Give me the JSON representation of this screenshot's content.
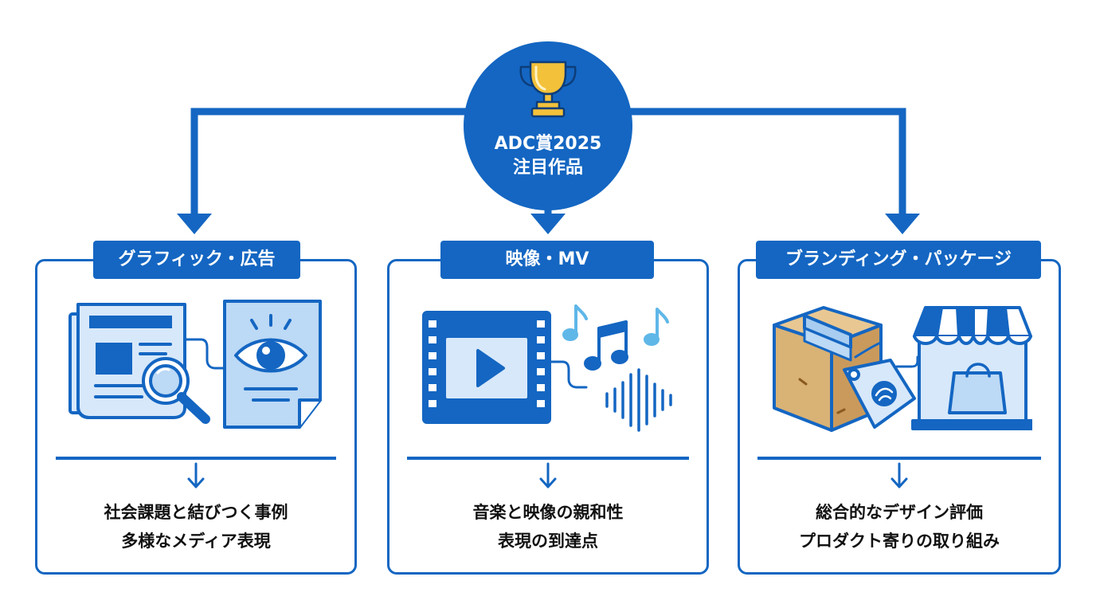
{
  "hub": {
    "title_line1": "ADC賞2025",
    "title_line2": "注目作品",
    "icon": "trophy-icon"
  },
  "categories": [
    {
      "label": "グラフィック・広告",
      "icons": [
        "newspaper-icon",
        "magnifier-icon",
        "eye-poster-icon"
      ],
      "points": [
        "社会課題と結びつく事例",
        "多様なメディア表現"
      ]
    },
    {
      "label": "映像・MV",
      "icons": [
        "film-strip-icon",
        "play-icon",
        "music-notes-icon",
        "sound-wave-icon"
      ],
      "points": [
        "音楽と映像の親和性",
        "表現の到達点"
      ]
    },
    {
      "label": "ブランディング・パッケージ",
      "icons": [
        "cardboard-box-icon",
        "price-tag-icon",
        "storefront-icon",
        "shopping-bag-icon"
      ],
      "points": [
        "総合的なデザイン評価",
        "プロダクト寄りの取り組み"
      ]
    }
  ],
  "colors": {
    "primary": "#1466c2",
    "light": "#d7e8fa",
    "accent_music": "#5fb7e8",
    "box_brown": "#d9b276",
    "trophy_gold": "#f3c13a"
  }
}
